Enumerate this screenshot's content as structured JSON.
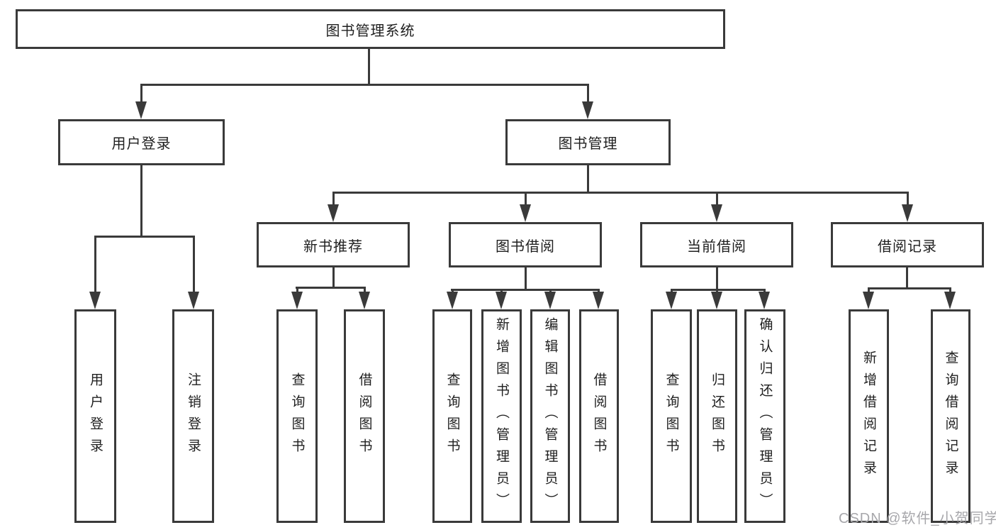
{
  "colors": {
    "line": "#3a3a3a",
    "box_border": "#3a3a3a",
    "text": "#1f1f1f",
    "watermark": "#a7a7ab",
    "background": "#ffffff"
  },
  "watermark": "CSDN @软件_小贺同学",
  "tree": {
    "root": "图书管理系统",
    "children": [
      {
        "label": "用户登录",
        "children": [
          {
            "label": "用户登录"
          },
          {
            "label": "注销登录"
          }
        ]
      },
      {
        "label": "图书管理",
        "children": [
          {
            "label": "新书推荐",
            "children": [
              {
                "label": "查询图书"
              },
              {
                "label": "借阅图书"
              }
            ]
          },
          {
            "label": "图书借阅",
            "children": [
              {
                "label": "查询图书"
              },
              {
                "label": "新增图书（管理员）"
              },
              {
                "label": "编辑图书（管理员）"
              },
              {
                "label": "借阅图书"
              }
            ]
          },
          {
            "label": "当前借阅",
            "children": [
              {
                "label": "查询图书"
              },
              {
                "label": "归还图书"
              },
              {
                "label": "确认归还（管理员）"
              }
            ]
          },
          {
            "label": "借阅记录",
            "children": [
              {
                "label": "新增借阅记录"
              },
              {
                "label": "查询借阅记录"
              }
            ]
          }
        ]
      }
    ]
  }
}
